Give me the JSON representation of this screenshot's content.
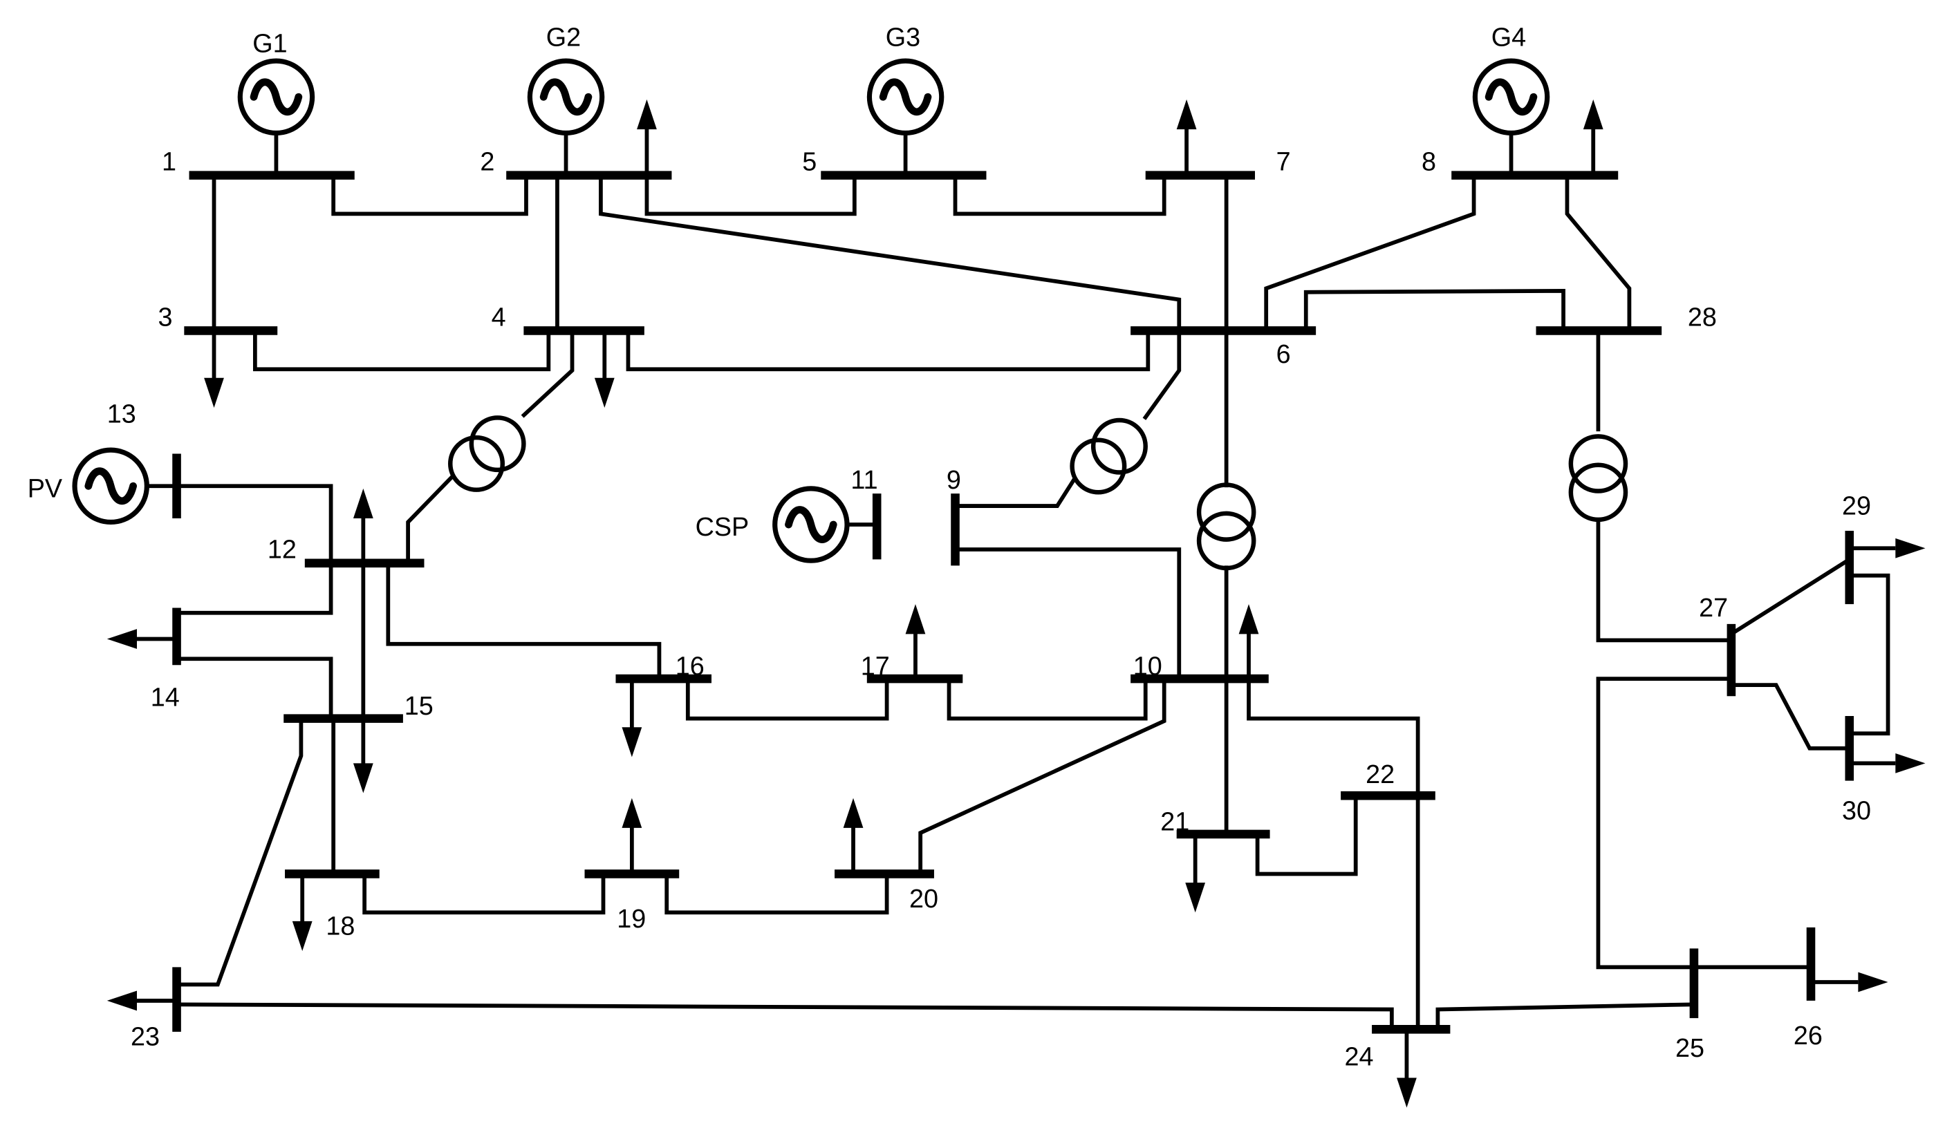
{
  "diagram": {
    "generators": {
      "g1": "G1",
      "g2": "G2",
      "g3": "G3",
      "g4": "G4",
      "pv": "PV",
      "csp": "CSP"
    },
    "buses": {
      "b1": "1",
      "b2": "2",
      "b3": "3",
      "b4": "4",
      "b5": "5",
      "b6": "6",
      "b7": "7",
      "b8": "8",
      "b9": "9",
      "b10": "10",
      "b11": "11",
      "b12": "12",
      "b13": "13",
      "b14": "14",
      "b15": "15",
      "b16": "16",
      "b17": "17",
      "b18": "18",
      "b19": "19",
      "b20": "20",
      "b21": "21",
      "b22": "22",
      "b23": "23",
      "b24": "24",
      "b25": "25",
      "b26": "26",
      "b27": "27",
      "b28": "28",
      "b29": "29",
      "b30": "30"
    }
  }
}
